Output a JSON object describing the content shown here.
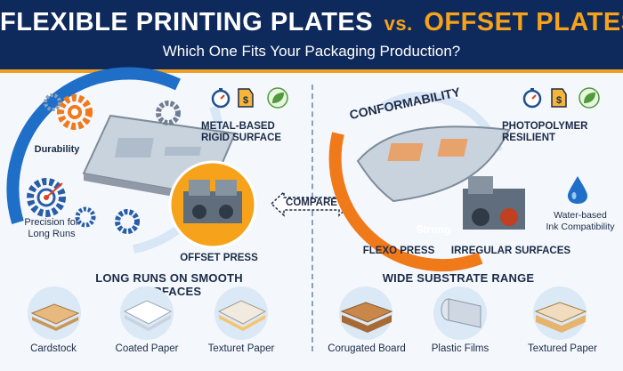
{
  "header": {
    "title_left": "FLEXIBLE PRINTING PLATES",
    "vs": "vs.",
    "title_right": "OFFSET PLATES",
    "subtitle": "Which One Fits Your Packaging Production?"
  },
  "left": {
    "durability": "Durability",
    "precision": "Precision for\nLong Runs",
    "metal": "METAL-BASED\nRIGID SURFACE",
    "press": "OFFSET PRESS",
    "section": "LONG RUNS ON SMOOTH SURFACES",
    "items": [
      "Cardstock",
      "Coated Paper",
      "Texturet Paper"
    ]
  },
  "center": {
    "compare": "COMPARE"
  },
  "right": {
    "conformability": "CONFORMABILITY",
    "photopolymer": "PHOTOPOLYMER\nRESILIENT",
    "strong": "Strong",
    "water": "Water-based\nInk Compatibility",
    "flexo": "FLEXO PRESS",
    "irregular": "IRREGULAR SURFACES",
    "section": "WIDE SUBSTRATE RANGE",
    "items": [
      "Corugated Board",
      "Plastic Films",
      "Textured Paper"
    ]
  },
  "colors": {
    "navy": "#0e2a5c",
    "orange": "#f7a21b",
    "blue": "#1f6fc9"
  }
}
